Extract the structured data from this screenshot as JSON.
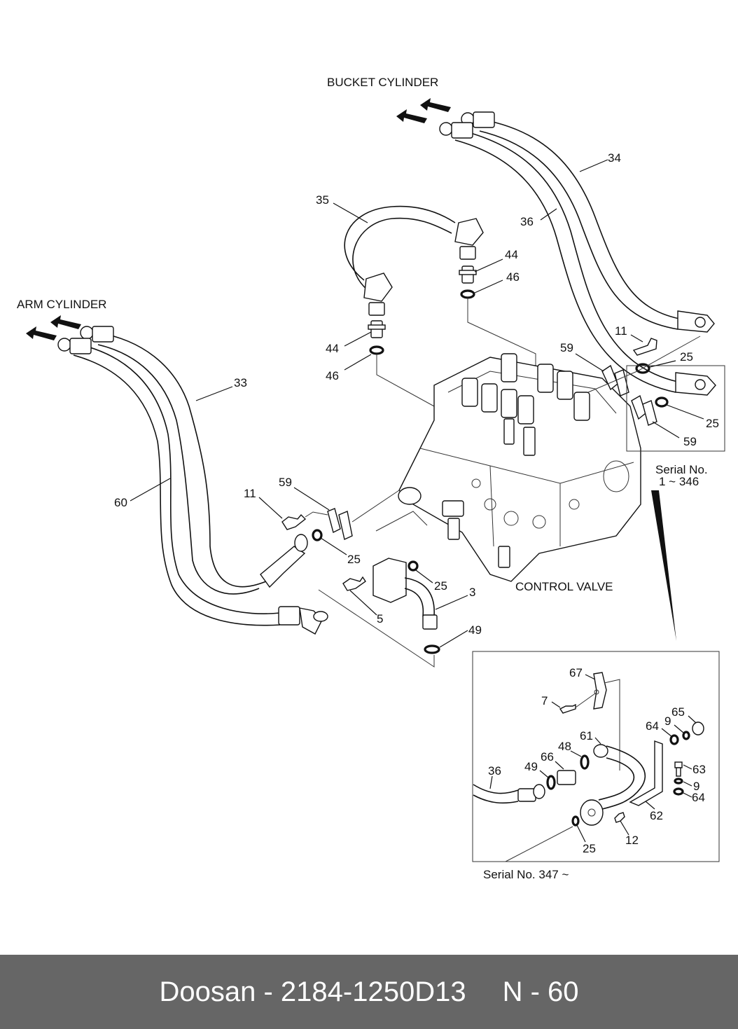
{
  "captions": {
    "bucket_cylinder": "BUCKET CYLINDER",
    "arm_cylinder": "ARM CYLINDER",
    "control_valve": "CONTROL VALVE",
    "serial_early_line1": "Serial No.",
    "serial_early_line2": "1 ~ 346",
    "serial_late": "Serial No. 347 ~"
  },
  "callouts": {
    "main": [
      {
        "id": "c34",
        "text": "34"
      },
      {
        "id": "c36",
        "text": "36"
      },
      {
        "id": "c35",
        "text": "35"
      },
      {
        "id": "c44a",
        "text": "44"
      },
      {
        "id": "c46a",
        "text": "46"
      },
      {
        "id": "c44b",
        "text": "44"
      },
      {
        "id": "c46b",
        "text": "46"
      },
      {
        "id": "c11a",
        "text": "11"
      },
      {
        "id": "c59a",
        "text": "59"
      },
      {
        "id": "c25a",
        "text": "25"
      },
      {
        "id": "c25b",
        "text": "25"
      },
      {
        "id": "c59b",
        "text": "59"
      },
      {
        "id": "c33",
        "text": "33"
      },
      {
        "id": "c60",
        "text": "60"
      },
      {
        "id": "c11b",
        "text": "11"
      },
      {
        "id": "c59c",
        "text": "59"
      },
      {
        "id": "c25c",
        "text": "25"
      },
      {
        "id": "c25d",
        "text": "25"
      },
      {
        "id": "c3",
        "text": "3"
      },
      {
        "id": "c5",
        "text": "5"
      },
      {
        "id": "c49a",
        "text": "49"
      }
    ],
    "inset": [
      {
        "id": "i67",
        "text": "67"
      },
      {
        "id": "i7",
        "text": "7"
      },
      {
        "id": "i65",
        "text": "65"
      },
      {
        "id": "i9a",
        "text": "9"
      },
      {
        "id": "i64a",
        "text": "64"
      },
      {
        "id": "i61",
        "text": "61"
      },
      {
        "id": "i48",
        "text": "48"
      },
      {
        "id": "i66",
        "text": "66"
      },
      {
        "id": "i49",
        "text": "49"
      },
      {
        "id": "i36",
        "text": "36"
      },
      {
        "id": "i63",
        "text": "63"
      },
      {
        "id": "i9b",
        "text": "9"
      },
      {
        "id": "i64b",
        "text": "64"
      },
      {
        "id": "i62",
        "text": "62"
      },
      {
        "id": "i12",
        "text": "12"
      },
      {
        "id": "i25",
        "text": "25"
      }
    ]
  },
  "footer": {
    "brand": "Doosan",
    "separator": " - ",
    "part_number": "2184-1250D13",
    "page_prefix": "N",
    "page_number": "60"
  }
}
